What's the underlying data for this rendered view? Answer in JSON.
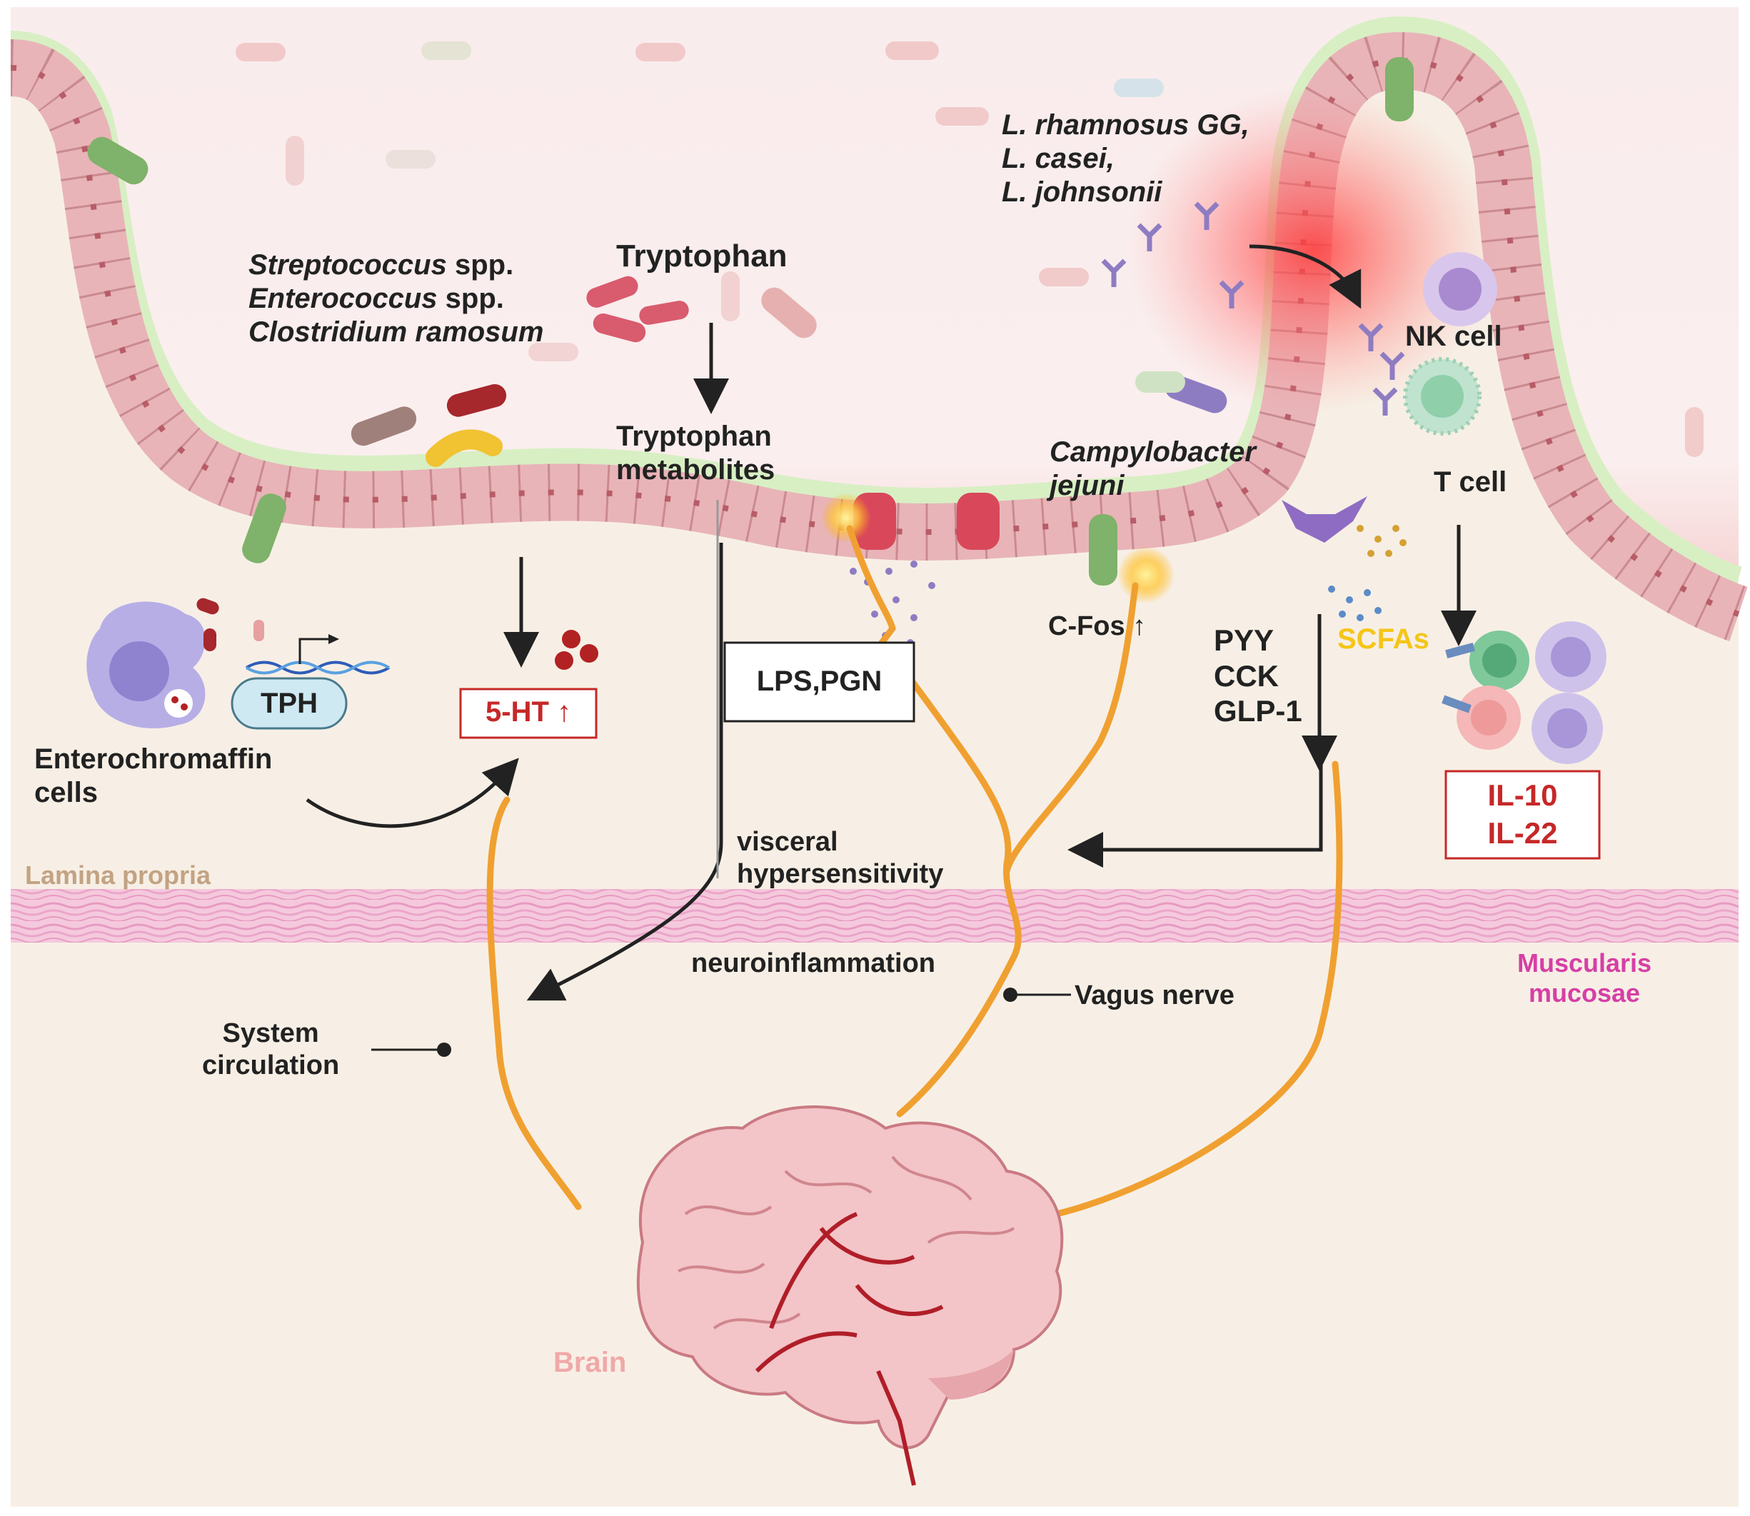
{
  "bacteria_groups": {
    "group1": [
      {
        "name": "Streptococcus",
        "suffix": " spp."
      },
      {
        "name": "Enterococcus",
        "suffix": " spp."
      },
      {
        "name": "Clostridium ramosum",
        "suffix": ""
      }
    ],
    "probiotics": [
      "L. rhamnosus GG,",
      "L. casei,",
      "L. johnsonii"
    ],
    "campylobacter": [
      "Campylobacter",
      "jejuni"
    ]
  },
  "labels": {
    "tryptophan": "Tryptophan",
    "tryptophan_metabolites": [
      "Tryptophan",
      "metabolites"
    ],
    "nk_cell": "NK cell",
    "t_cell": "T cell",
    "tph": "TPH",
    "enterochromaffin": [
      "Enterochromaffin",
      "cells"
    ],
    "serotonin": "5-HT ↑",
    "lps_pgn": "LPS,PGN",
    "cfos": "C-Fos ↑",
    "hormones": [
      "PYY",
      "CCK",
      "GLP-1"
    ],
    "scfas": "SCFAs",
    "interleukins": [
      "IL-10",
      "IL-22"
    ],
    "lamina_propria": "Lamina propria",
    "visceral": [
      "visceral",
      "hypersensitivity"
    ],
    "neuroinflammation": "neuroinflammation",
    "vagus_nerve": "Vagus nerve",
    "system_circulation": [
      "System",
      "circulation"
    ],
    "muscularis": [
      "Muscularis",
      "mucosae"
    ],
    "brain": "Brain"
  },
  "colors": {
    "lumen": "#f8e9e9",
    "tissue": "#f7efe6",
    "mucus": "#d9f0c8",
    "epithelium": "#e8b4b8",
    "nerve": "#f0a030",
    "highlight_red": "#d32f2f",
    "scfa_yellow": "#f5c518",
    "muscularis_text": "#d63fa6",
    "lamina_text": "#c2a383",
    "brain_text": "#f0a8a8"
  }
}
